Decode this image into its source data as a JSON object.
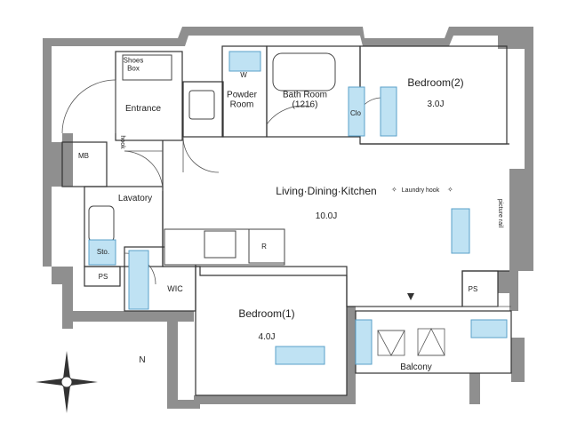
{
  "rooms": {
    "shoes_box": "Shoes\nBox",
    "entrance": "Entrance",
    "powder_room": "Powder\nRoom",
    "bath_room": "Bath Room\n(1216)",
    "washer": "W",
    "closet": "Clo",
    "bedroom2": "Bedroom(2)",
    "bedroom2_area": "3.0J",
    "mb": "MB",
    "hook": "hook",
    "lavatory": "Lavatory",
    "storage": "Sto.",
    "ps_left": "PS",
    "ldk": "Living·Dining·Kitchen",
    "ldk_area": "10.0J",
    "laundry_hook": "Laundry hook",
    "picture_rail": "picture rail",
    "refrigerator": "R",
    "wic": "WIC",
    "bedroom1": "Bedroom(1)",
    "bedroom1_area": "4.0J",
    "ps_right": "PS",
    "balcony": "Balcony"
  },
  "compass": {
    "north_label": "N"
  },
  "colors": {
    "wall": "#8f8f8f",
    "fixture_blue": "#bfe2f3",
    "line": "#333333"
  }
}
